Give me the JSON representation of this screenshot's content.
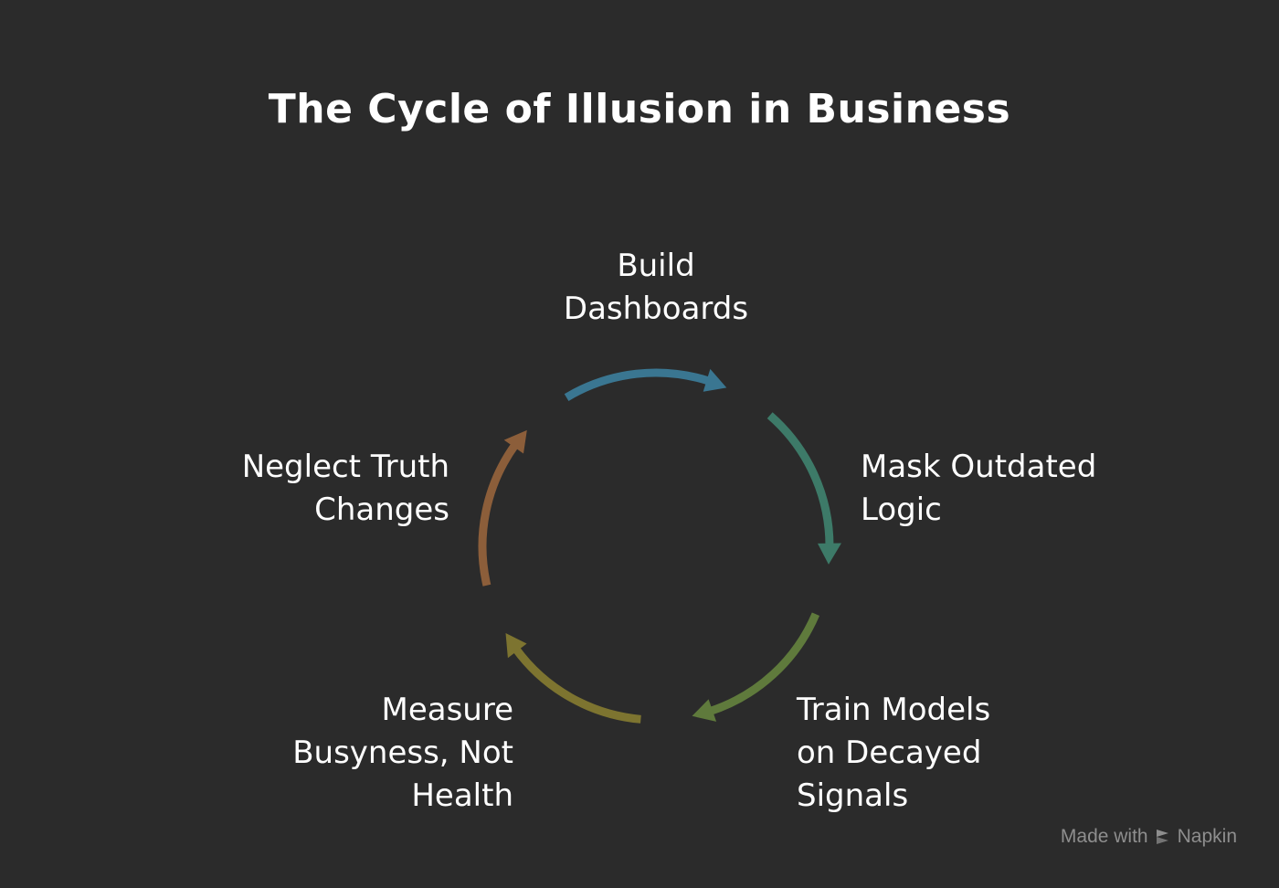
{
  "title": "The Cycle of Illusion in Business",
  "steps": [
    {
      "label": "Build\nDashboards",
      "color": "#3a7691"
    },
    {
      "label": "Mask Outdated\nLogic",
      "color": "#3d7a68"
    },
    {
      "label": "Train Models\non Decayed\nSignals",
      "color": "#5f7a3c"
    },
    {
      "label": "Measure\nBusyness, Not\nHealth",
      "color": "#7d7430"
    },
    {
      "label": "Neglect Truth\nChanges",
      "color": "#8c5e3a"
    }
  ],
  "footer": {
    "made_with": "Made with",
    "brand": "Napkin",
    "icon": "napkin-icon"
  }
}
